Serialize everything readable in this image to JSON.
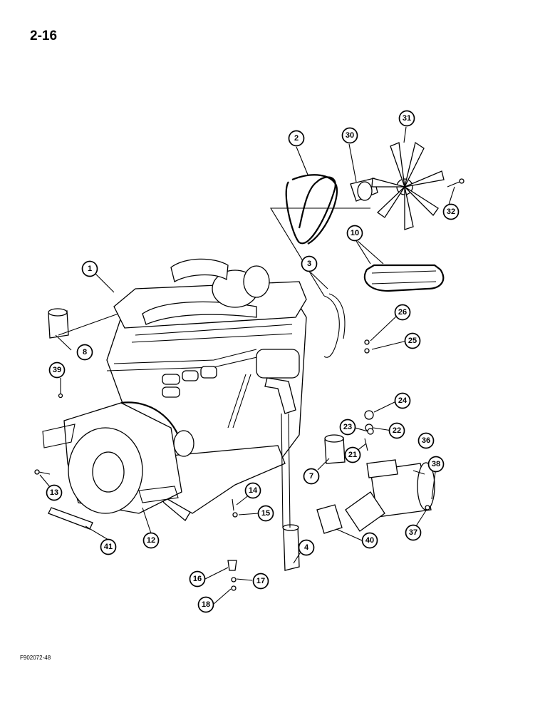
{
  "page_number": "2-16",
  "figure_code": "F902072-48",
  "callouts": [
    "1",
    "2",
    "3",
    "4",
    "7",
    "8",
    "10",
    "12",
    "13",
    "14",
    "15",
    "16",
    "17",
    "18",
    "21",
    "22",
    "23",
    "24",
    "25",
    "26",
    "30",
    "31",
    "32",
    "36",
    "37",
    "38",
    "39",
    "40",
    "41"
  ]
}
